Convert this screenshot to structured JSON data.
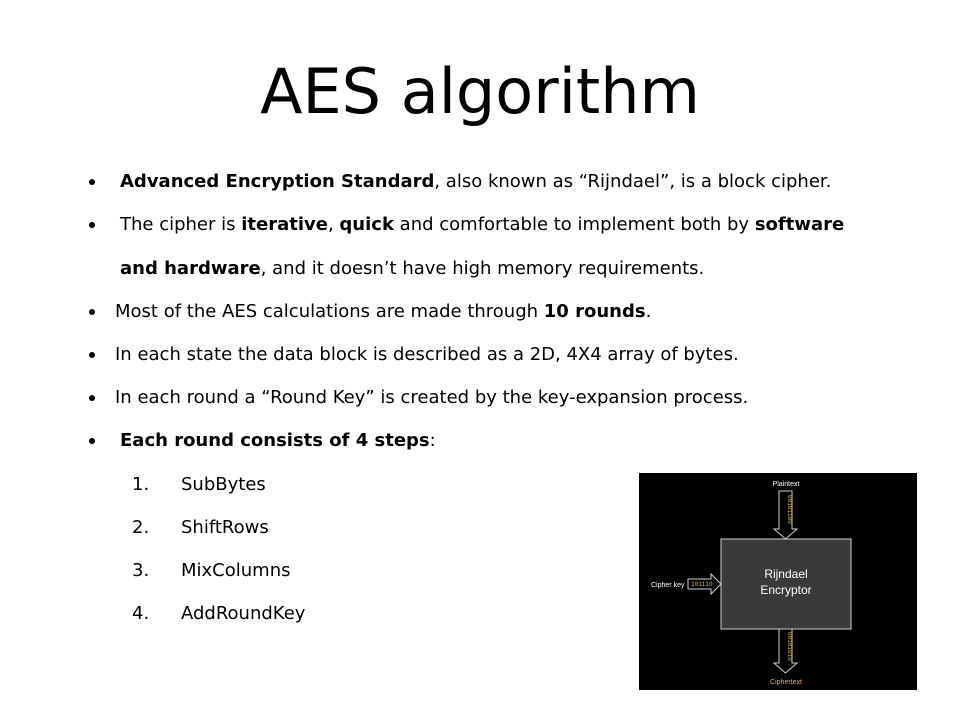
{
  "title": "AES algorithm",
  "bullets": [
    {
      "parts": [
        {
          "t": "Advanced Encryption Standard",
          "b": true
        },
        {
          "t": ", also known as “Rijndael”, is a block cipher.",
          "b": false
        }
      ]
    },
    {
      "parts": [
        {
          "t": "The cipher is ",
          "b": false
        },
        {
          "t": "iterative",
          "b": true
        },
        {
          "t": ", ",
          "b": false
        },
        {
          "t": "quick",
          "b": true
        },
        {
          "t": " and comfortable to implement both by ",
          "b": false
        },
        {
          "t": "software",
          "b": true
        }
      ]
    },
    {
      "parts": [
        {
          "t": "and hardware",
          "b": true
        },
        {
          "t": ", and it doesn’t have high memory requirements.",
          "b": false
        }
      ]
    },
    {
      "parts": [
        {
          "t": "Most of the AES calculations are made through ",
          "b": false
        },
        {
          "t": "10 rounds",
          "b": true
        },
        {
          "t": ".",
          "b": false
        }
      ]
    },
    {
      "parts": [
        {
          "t": "In each state the data block is described as a 2D, 4X4 array of  bytes.",
          "b": false
        }
      ]
    },
    {
      "parts": [
        {
          "t": "In each round a “Round Key” is created by the key-expansion process.",
          "b": false
        }
      ]
    },
    {
      "parts": [
        {
          "t": "Each round consists of 4 steps",
          "b": true
        },
        {
          "t": ":",
          "b": false
        }
      ]
    }
  ],
  "steps": [
    {
      "num": "1.",
      "label": "SubBytes"
    },
    {
      "num": "2.",
      "label": "ShiftRows"
    },
    {
      "num": "3.",
      "label": "MixColumns"
    },
    {
      "num": "4.",
      "label": "AddRoundKey"
    }
  ],
  "diagram": {
    "plaintext_label": "Plaintext",
    "plaintext_bits": "00101100",
    "key_label": "Cipher key",
    "key_bits": "101110",
    "box_line1": "Rijndael",
    "box_line2": "Encryptor",
    "ciphertext_bits": "00101010",
    "ciphertext_label": "Ciphertext",
    "colors": {
      "background": "#000000",
      "box": "#3a3a3a",
      "text": "#ffffff",
      "accent": "#e8b13a"
    }
  }
}
